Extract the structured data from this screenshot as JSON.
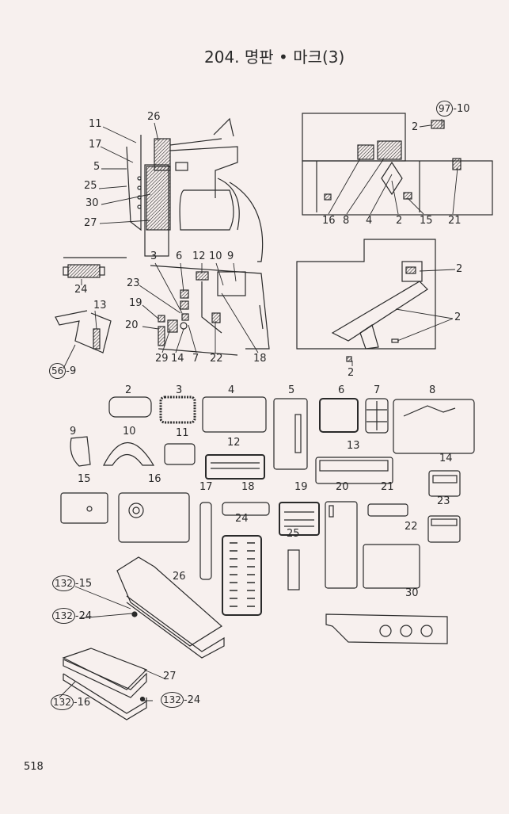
{
  "title": "204. 명판 • 마크(3)",
  "page_number": "518",
  "overview_callouts": {
    "cab_side": [
      "11",
      "17",
      "5",
      "25",
      "30",
      "27",
      "26"
    ],
    "machine_rear": {
      "ref_circle": "97",
      "ref_suffix": "-10",
      "labels": [
        "2",
        "16",
        "8",
        "4",
        "2",
        "15",
        "21"
      ]
    },
    "part_24_detail": "24",
    "pedal": {
      "label": "13",
      "ref_circle": "56",
      "ref_suffix": "-9"
    },
    "cab_interior": [
      "3",
      "6",
      "12",
      "10",
      "9",
      "23",
      "19",
      "20",
      "29",
      "14",
      "7",
      "22",
      "18"
    ],
    "boom_side": [
      "2",
      "2",
      "2"
    ]
  },
  "parts": [
    "2",
    "3",
    "4",
    "5",
    "6",
    "7",
    "8",
    "9",
    "10",
    "11",
    "12",
    "13",
    "14",
    "15",
    "16",
    "17",
    "18",
    "19",
    "20",
    "21",
    "22",
    "23",
    "24",
    "25",
    "26",
    "27",
    "30"
  ],
  "hardware_refs": [
    {
      "circle": "132",
      "suffix": "-15"
    },
    {
      "circle": "132",
      "suffix": "-24"
    },
    {
      "circle": "132",
      "suffix": "-16"
    },
    {
      "circle": "132",
      "suffix": "-24"
    }
  ]
}
